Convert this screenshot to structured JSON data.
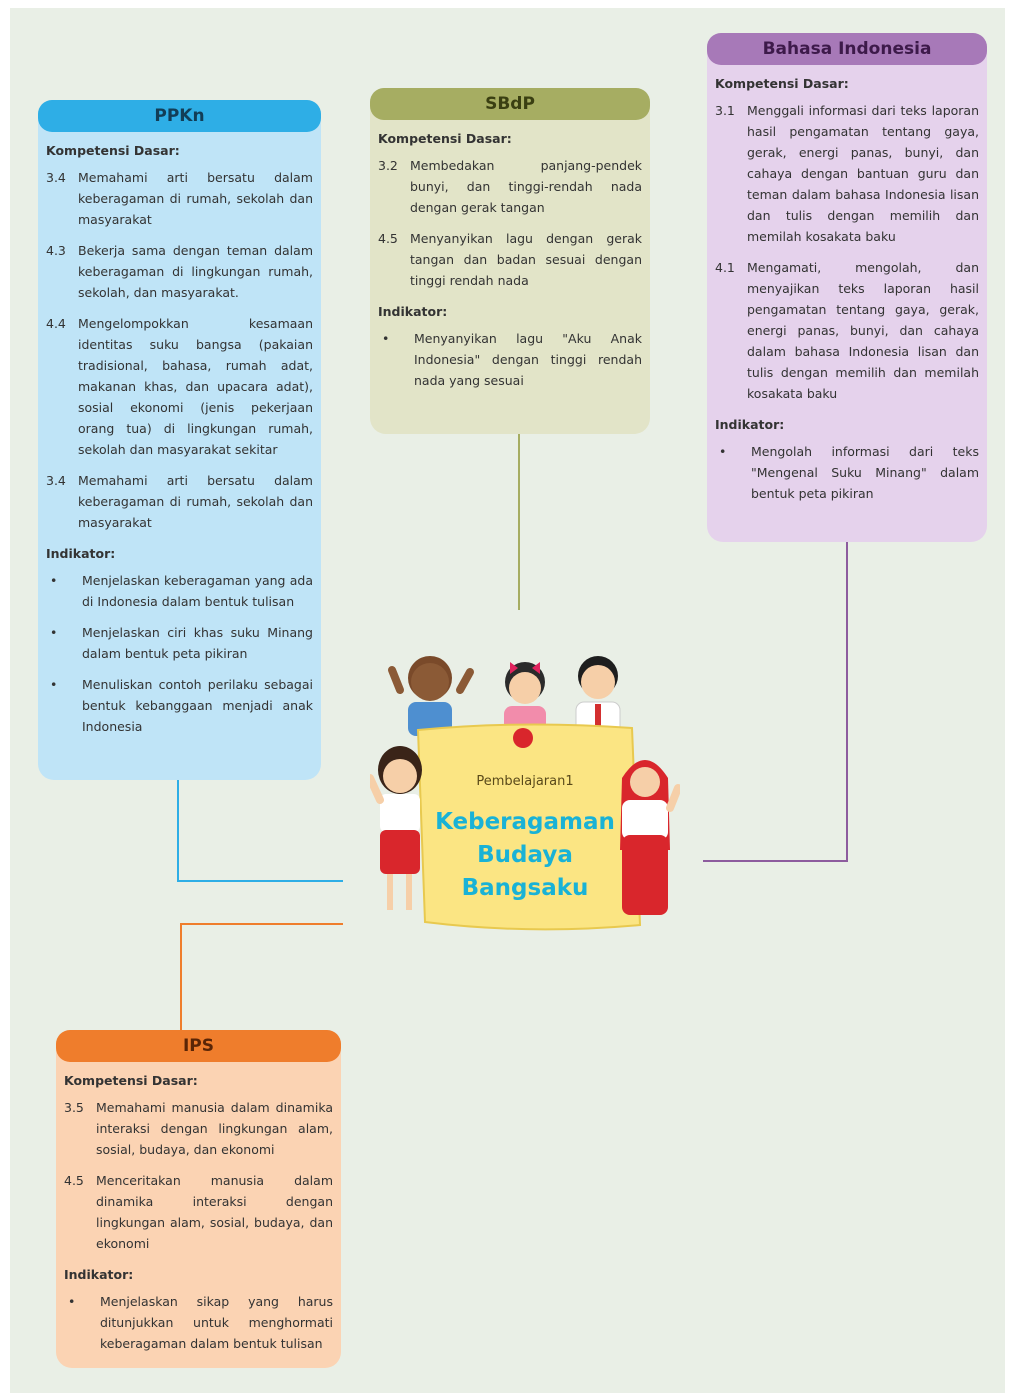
{
  "ppkn": {
    "title": "PPKn",
    "kd_label": "Kompetensi Dasar:",
    "kd": [
      {
        "num": "3.4",
        "text": "Memahami arti bersatu dalam keberagaman di rumah, sekolah dan masyarakat"
      },
      {
        "num": "4.3",
        "text": "Bekerja sama dengan teman dalam keberagaman di lingkungan rumah, sekolah, dan masyarakat."
      },
      {
        "num": "4.4",
        "text": "Mengelompokkan kesamaan identitas suku bangsa (pakaian tradisional, bahasa, rumah adat, makanan khas, dan upacara adat), sosial ekonomi (jenis pekerjaan orang tua) di lingkungan rumah, sekolah dan masyarakat sekitar"
      },
      {
        "num": "3.4",
        "text": "Memahami arti bersatu dalam keberagaman di rumah, sekolah dan masyarakat"
      }
    ],
    "ind_label": "Indikator:",
    "indicators": [
      "Menjelaskan keberagaman yang ada di Indonesia dalam bentuk tulisan",
      "Menjelaskan ciri khas suku Minang dalam bentuk peta pikiran",
      "Menuliskan contoh perilaku sebagai bentuk kebanggaan menjadi anak Indonesia"
    ]
  },
  "sbdp": {
    "title": "SBdP",
    "kd_label": "Kompetensi Dasar:",
    "kd": [
      {
        "num": "3.2",
        "text": "Membedakan panjang-pendek bunyi, dan tinggi-rendah nada dengan gerak tangan"
      },
      {
        "num": "4.5",
        "text": "Menyanyikan lagu dengan gerak tangan dan badan sesuai dengan tinggi rendah nada"
      }
    ],
    "ind_label": "Indikator:",
    "indicators": [
      "Menyanyikan lagu \"Aku Anak Indonesia\" dengan tinggi rendah nada yang sesuai"
    ]
  },
  "bind": {
    "title": "Bahasa Indonesia",
    "kd_label": "Kompetensi Dasar:",
    "kd": [
      {
        "num": "3.1",
        "text": "Menggali informasi dari teks laporan hasil pengamatan tentang gaya, gerak, energi panas, bunyi, dan cahaya dengan bantuan guru dan teman dalam bahasa Indonesia lisan dan tulis dengan memilih dan memilah kosakata baku"
      },
      {
        "num": "4.1",
        "text": "Mengamati, mengolah, dan menyajikan teks laporan hasil pengamatan tentang gaya, gerak, energi panas, bunyi, dan cahaya dalam bahasa Indonesia lisan dan tulis dengan memilih dan memilah kosakata baku"
      }
    ],
    "ind_label": "Indikator:",
    "indicators": [
      "Mengolah informasi dari teks \"Mengenal Suku Minang\" dalam bentuk peta pikiran"
    ]
  },
  "ips": {
    "title": "IPS",
    "kd_label": "Kompetensi Dasar:",
    "kd": [
      {
        "num": "3.5",
        "text": "Memahami manusia dalam dinamika interaksi dengan lingkungan alam, sosial, budaya, dan ekonomi"
      },
      {
        "num": "4.5",
        "text": "Menceritakan manusia dalam dinamika interaksi dengan lingkungan alam, sosial, budaya, dan ekonomi"
      }
    ],
    "ind_label": "Indikator:",
    "indicators": [
      "Menjelaskan sikap yang harus ditunjukkan untuk menghormati keberagaman dalam bentuk tulisan"
    ]
  },
  "center": {
    "subtitle": "Pembelajaran1",
    "title_lines": [
      "Keberagaman",
      "Budaya",
      "Bangsaku"
    ]
  },
  "colors": {
    "ppkn_head": "#2eaee6",
    "ppkn_body": "#bfe4f7",
    "sbdp_head": "#a6ad62",
    "sbdp_body": "#e2e4c8",
    "bind_head": "#a779b8",
    "bind_body": "#e5d2ec",
    "ips_head": "#ef7d2c",
    "ips_body": "#fbd3b3",
    "center_title": "#19b2d6"
  }
}
